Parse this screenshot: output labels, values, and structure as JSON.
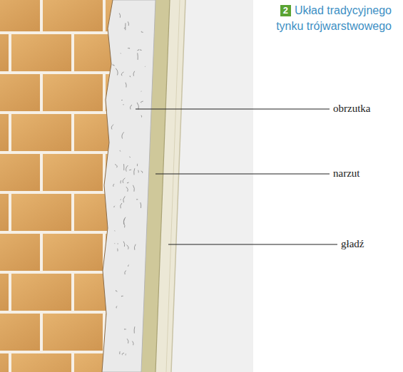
{
  "diagram": {
    "title": "Układ tradycyjnego tynku trójwarstwowego",
    "labels": [
      "2",
      "obrzutka",
      "narzut",
      "gładź"
    ]
  }
}
